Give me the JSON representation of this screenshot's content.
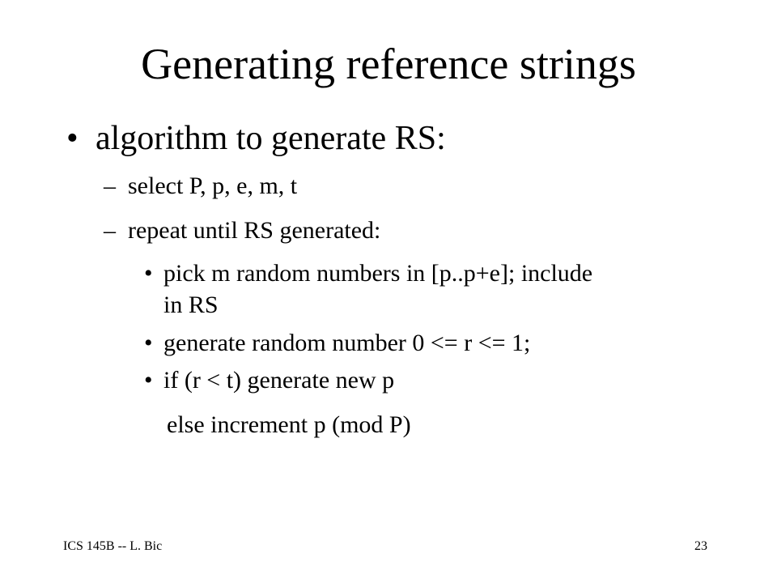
{
  "slide": {
    "title": "Generating reference strings",
    "bullet_char": "•",
    "dash_char": "–",
    "level1": "algorithm to generate RS:",
    "level2": [
      "select P, p, e, m, t",
      "repeat until RS generated:"
    ],
    "level3": [
      "pick m random numbers in [p..p+e]; include",
      "in RS",
      "generate random number 0 <= r <= 1;",
      "if (r < t) generate new p",
      "else increment p (mod P)"
    ]
  },
  "footer": {
    "course": "ICS 145B -- L. Bic",
    "page_number": "23"
  }
}
